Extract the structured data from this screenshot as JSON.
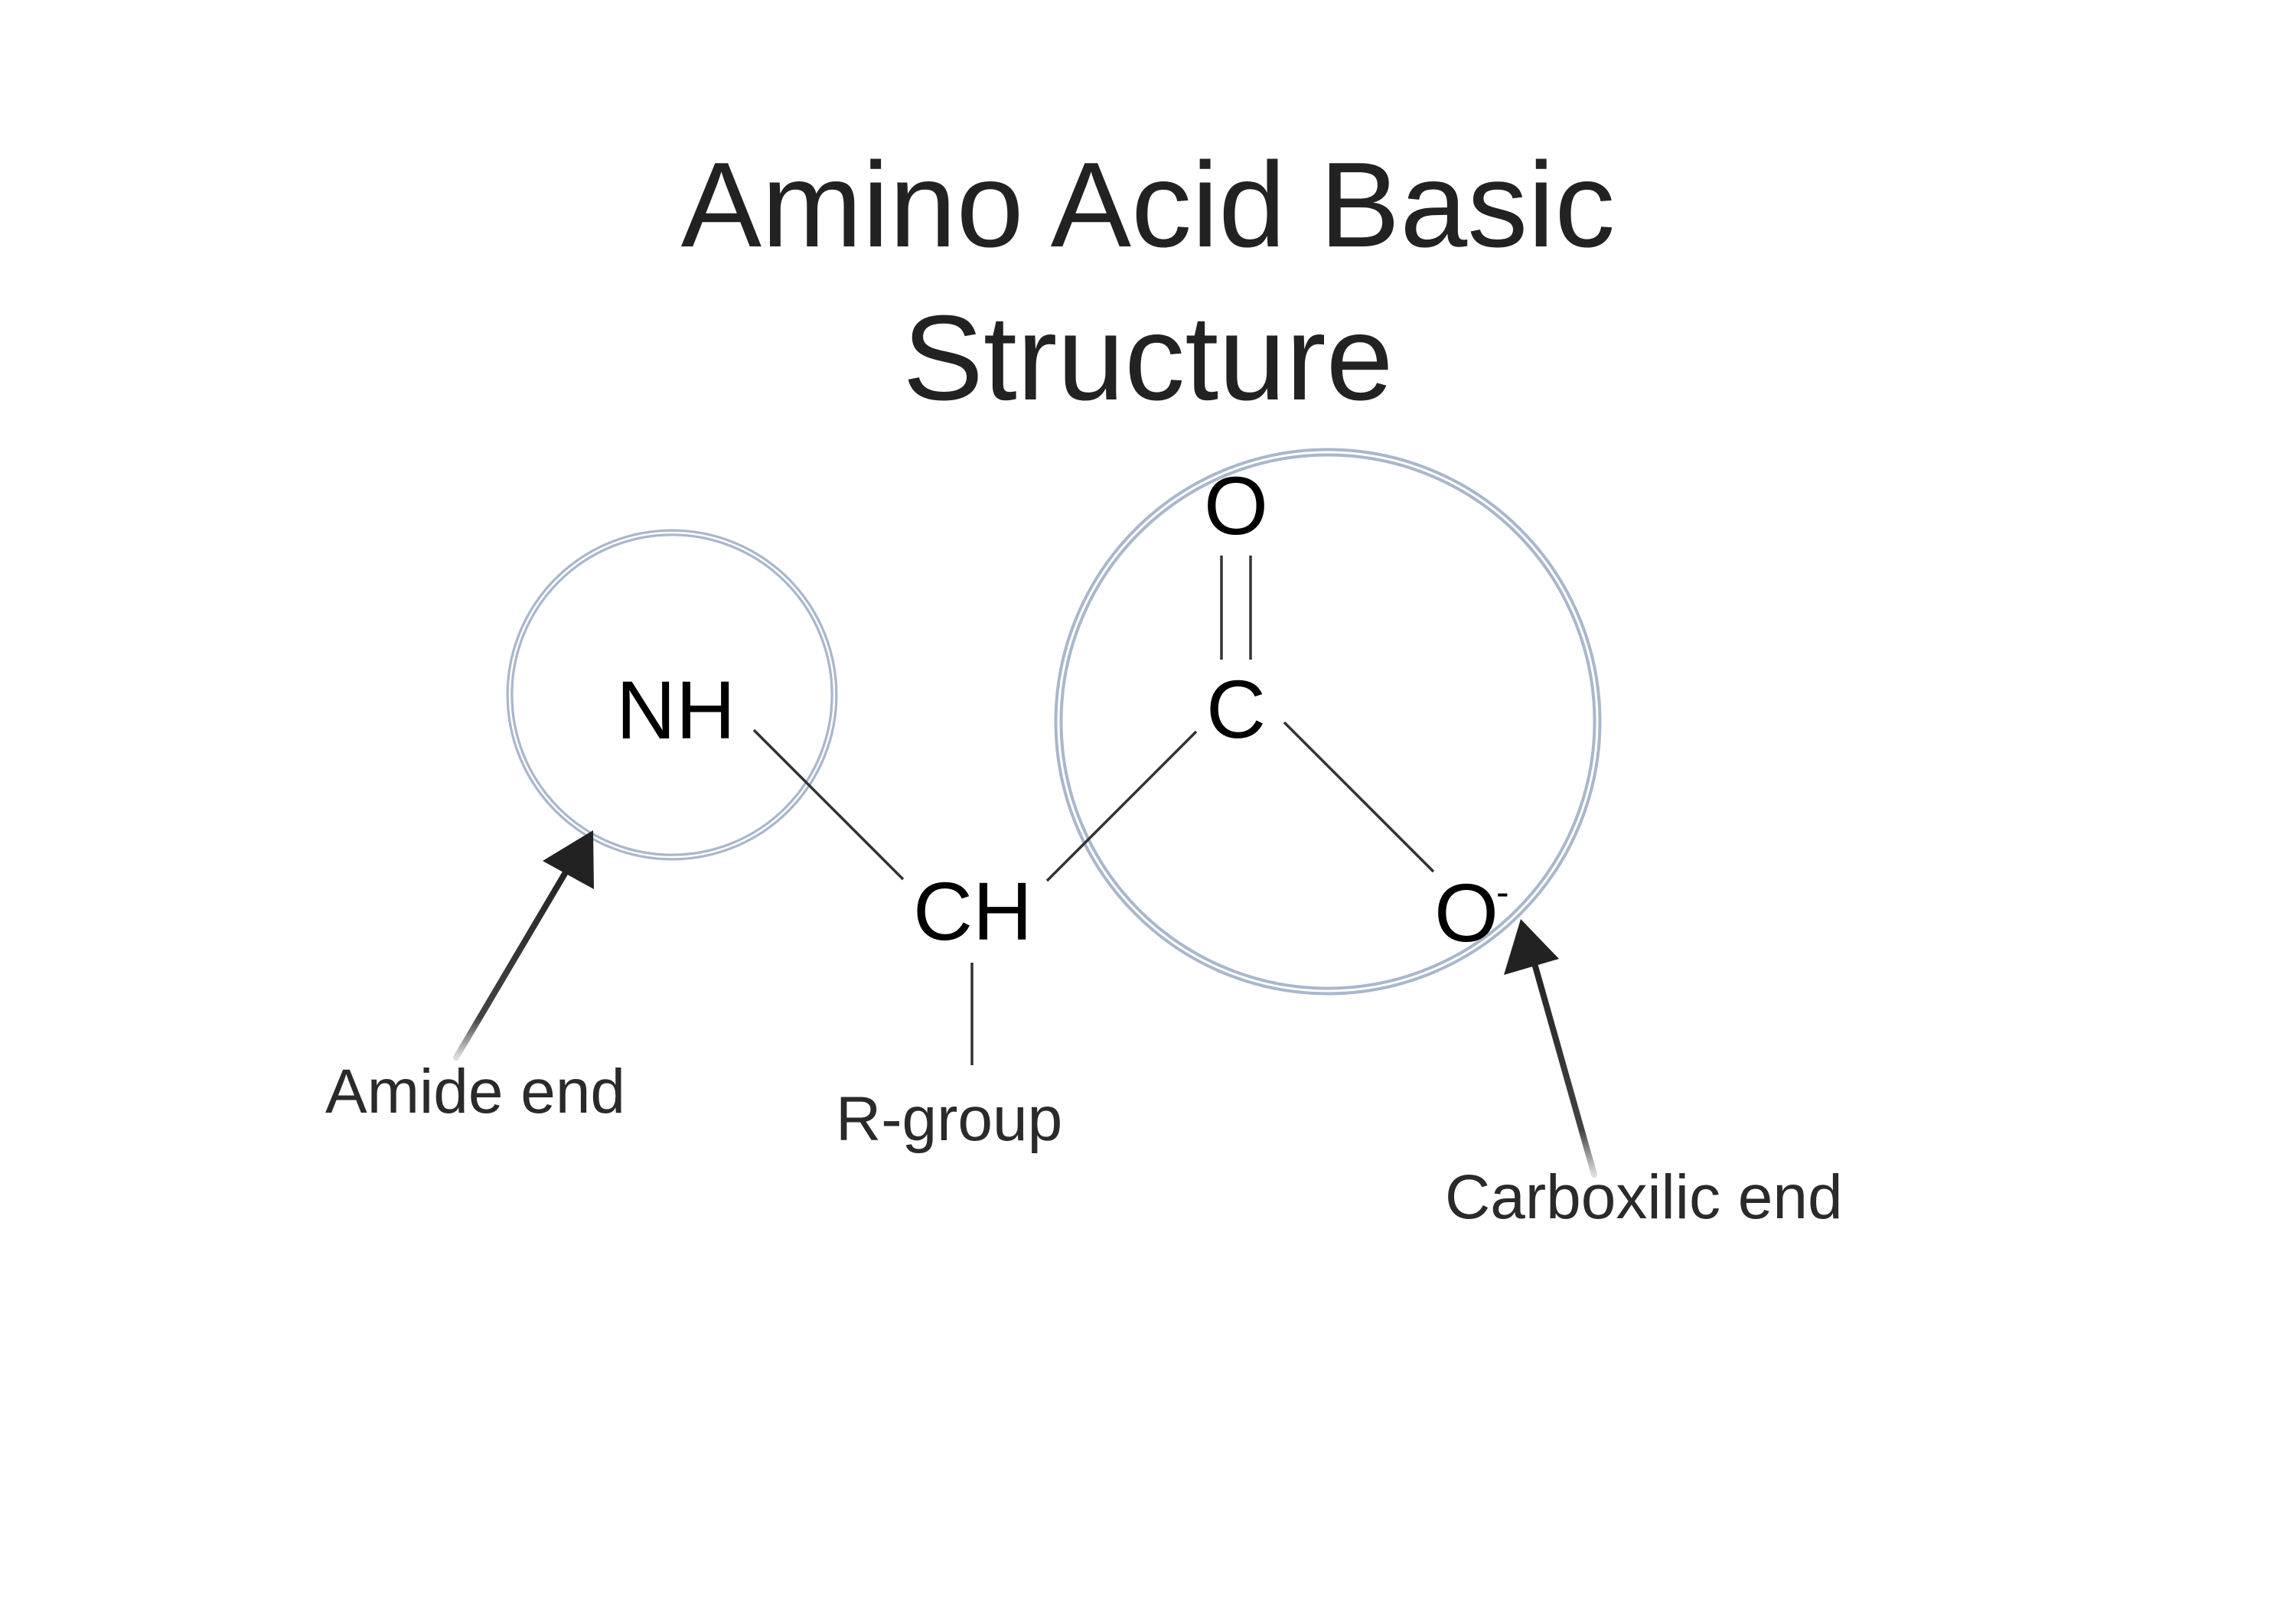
{
  "title": {
    "line1": "Amino Acid Basic",
    "line2": "Structure"
  },
  "atoms": {
    "amine_group": "NH",
    "alpha_carbon": "CH",
    "carbonyl_oxygen": "O",
    "carboxyl_carbon": "C",
    "carboxylate_oxygen": "O",
    "carboxylate_charge": "-"
  },
  "labels": {
    "amide_end": "Amide end",
    "r_group": "R-group",
    "carboxilic_end": "Carboxilic end"
  },
  "colors": {
    "background": "#ffffff",
    "title_text": "#222222",
    "atom_text": "#000000",
    "label_text": "#2a2a2a",
    "bond_line": "#333333",
    "highlight_circle_outer": "#a9b7cc",
    "highlight_circle_inner": "#ffffff",
    "arrow": "#222222"
  },
  "icons": {
    "amide_pointer": "arrow-up-right-icon",
    "carboxyl_pointer": "arrow-up-left-icon"
  }
}
